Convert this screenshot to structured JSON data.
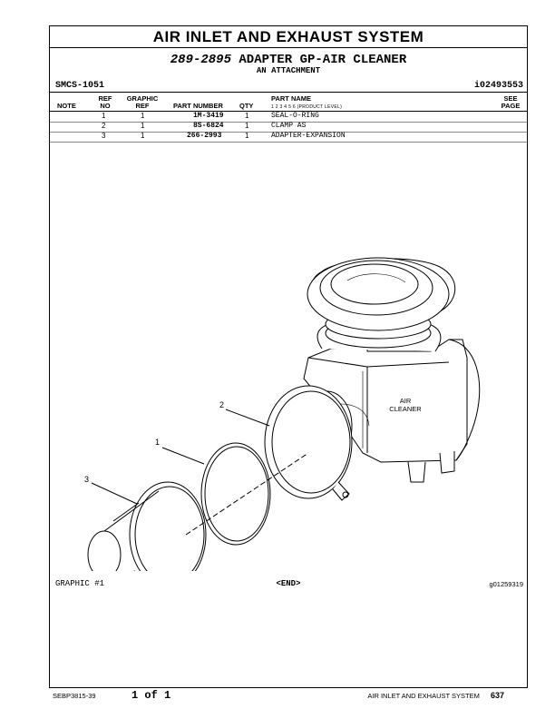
{
  "header": {
    "section_title": "AIR INLET AND EXHAUST SYSTEM",
    "part_number": "289-2895",
    "part_title": "ADAPTER GP-AIR CLEANER",
    "attachment": "AN ATTACHMENT",
    "smcs": "SMCS-1051",
    "ident": "i02493553"
  },
  "table": {
    "headers": {
      "note": "NOTE",
      "ref_no_1": "REF",
      "ref_no_2": "NO",
      "graphic_ref_1": "GRAPHIC",
      "graphic_ref_2": "REF",
      "part_number": "PART NUMBER",
      "qty": "QTY",
      "part_name": "PART NAME",
      "product_level": "1  2  3  4  5  6  (PRODUCT LEVEL)",
      "see_page_1": "SEE",
      "see_page_2": "PAGE"
    },
    "rows": [
      {
        "ref_no": "1",
        "graphic_ref": "1",
        "part_number": "1M-3419",
        "qty": "1",
        "part_name": "SEAL-O-RING"
      },
      {
        "ref_no": "2",
        "graphic_ref": "1",
        "part_number": "8S-6824",
        "qty": "1",
        "part_name": "CLAMP AS"
      },
      {
        "ref_no": "3",
        "graphic_ref": "1",
        "part_number": "266-2993",
        "qty": "1",
        "part_name": "ADAPTER-EXPANSION"
      }
    ]
  },
  "drawing": {
    "callouts": [
      "1",
      "2",
      "3"
    ],
    "label_line1": "AIR",
    "label_line2": "CLEANER"
  },
  "graphic": {
    "label": "GRAPHIC #1",
    "end": "<END>",
    "code": "g01259319"
  },
  "footer": {
    "doc_number": "SEBP3815-39",
    "page_of": "1 of 1",
    "section": "AIR INLET AND EXHAUST SYSTEM",
    "page_number": "637"
  }
}
